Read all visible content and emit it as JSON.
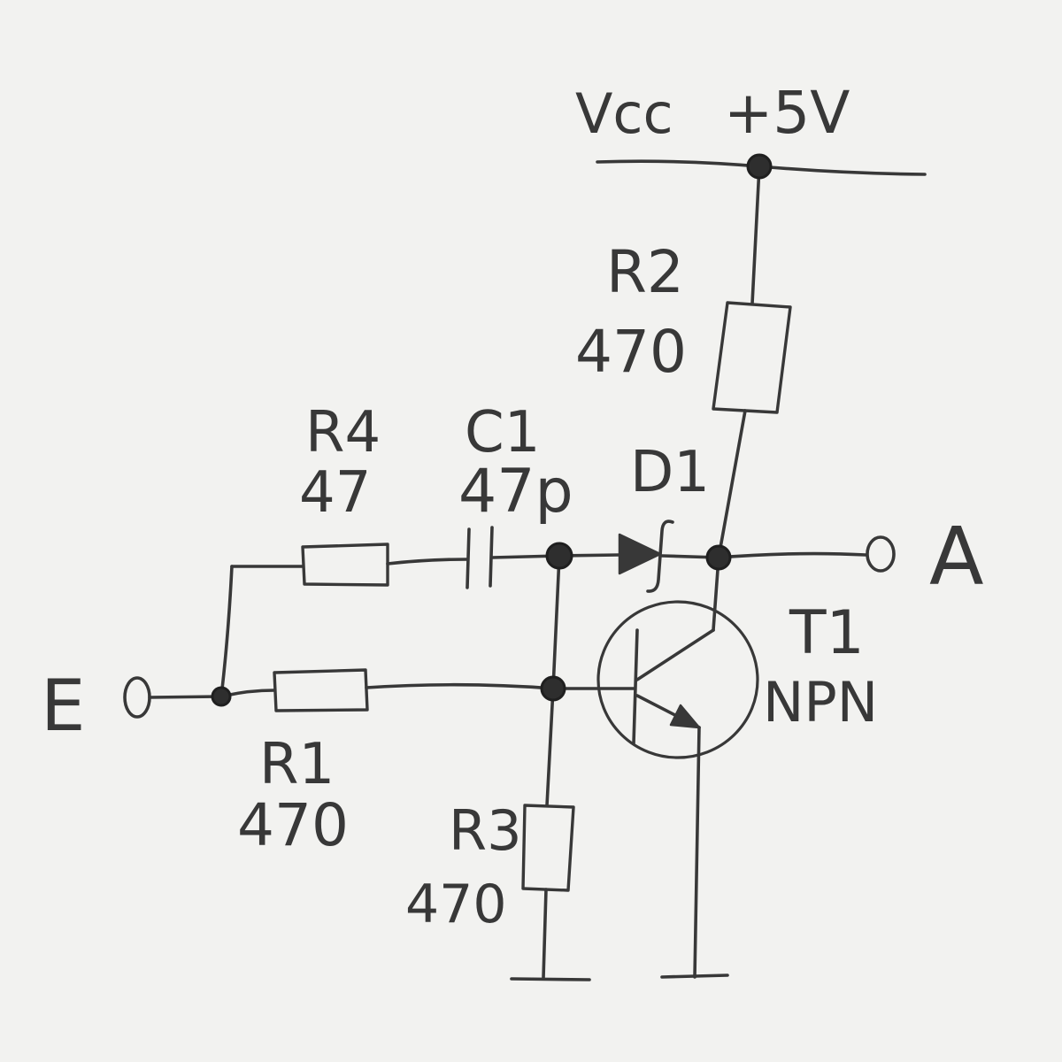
{
  "supply": {
    "name": "Vcc",
    "voltage": "+5V"
  },
  "components": {
    "R1": {
      "ref": "R1",
      "value": "470"
    },
    "R2": {
      "ref": "R2",
      "value": "470"
    },
    "R3": {
      "ref": "R3",
      "value": "470"
    },
    "R4": {
      "ref": "R4",
      "value": "47"
    },
    "C1": {
      "ref": "C1",
      "value": "47p"
    },
    "D1": {
      "ref": "D1"
    },
    "T1": {
      "ref": "T1",
      "type": "NPN"
    }
  },
  "terminals": {
    "input": "E",
    "output": "A"
  },
  "colors": {
    "paper": "#f2f2f0",
    "pencil": "#383838"
  }
}
